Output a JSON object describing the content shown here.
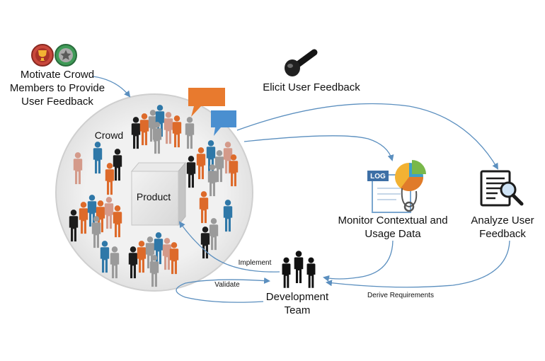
{
  "labels": {
    "motivate": "Motivate Crowd Members to Provide User Feedback",
    "crowd": "Crowd",
    "product": "Product",
    "elicit": "Elicit User Feedback",
    "monitor": "Monitor Contextual and Usage Data",
    "analyze": "Analyze User Feedback",
    "development_team": "Development Team",
    "implement": "Implement",
    "validate": "Validate",
    "derive_requirements": "Derive Requirements",
    "log_badge": "LOG"
  },
  "colors": {
    "orange": "#dd6a2a",
    "blue": "#2f78a8",
    "black": "#1c1c1c",
    "gray": "#9a9a9a",
    "pink": "#d49a8a",
    "arrow": "#5b8fbf",
    "circle_fill": "#eeeeee",
    "circle_stroke": "#cfcfcf"
  },
  "icons": [
    "trophy-badge-icon",
    "star-badge-icon",
    "microphone-icon",
    "orange-speech-bubble-icon",
    "blue-speech-bubble-icon",
    "log-file-icon",
    "pie-chart-icon",
    "stethoscope-icon",
    "document-magnifier-icon",
    "team-people-icon"
  ]
}
